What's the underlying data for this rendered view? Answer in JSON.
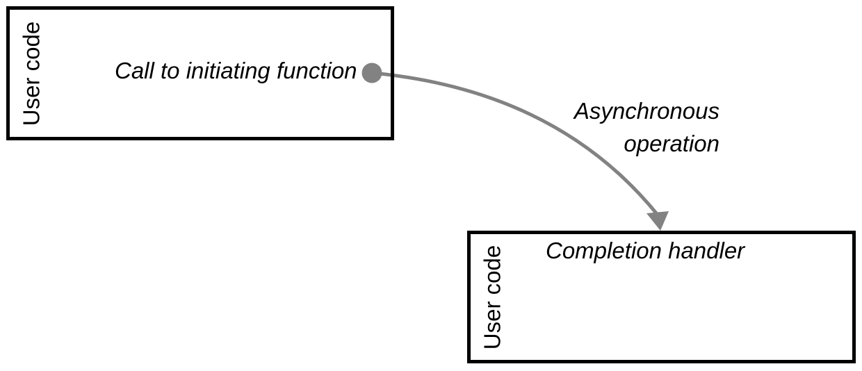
{
  "diagram": {
    "background_color": "#ffffff",
    "box_border_color": "#000000",
    "text_color": "#000000",
    "arrow_color": "#828282",
    "boxes": [
      {
        "side_label": "User code",
        "title": "Call to initiating function"
      },
      {
        "side_label": "User code",
        "title": "Completion handler"
      }
    ],
    "arrow": {
      "label_line1": "Asynchronous",
      "label_line2": "operation"
    }
  }
}
